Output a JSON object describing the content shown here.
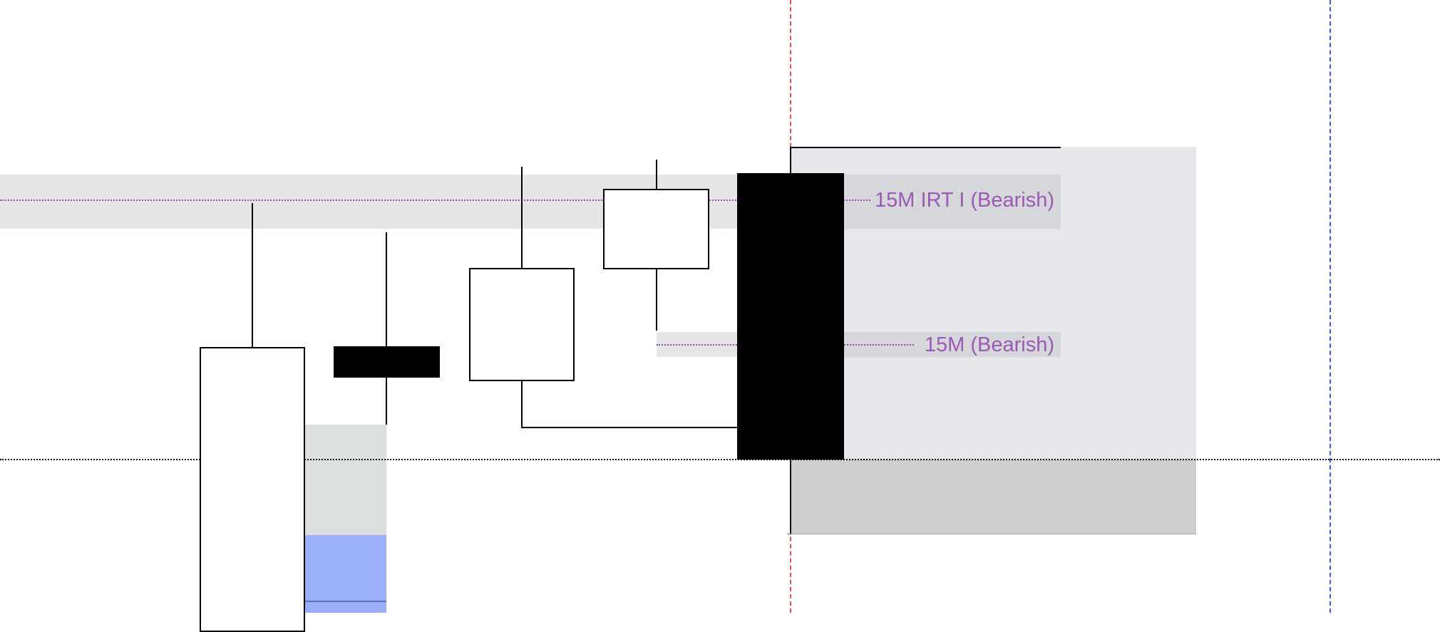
{
  "chart_data": {
    "type": "candlestick",
    "zones": [
      {
        "label": "15M IRT I (Bearish)",
        "bias": "bearish"
      },
      {
        "label": "15M (Bearish)",
        "bias": "bearish"
      }
    ],
    "candles": [
      {
        "direction": "bullish"
      },
      {
        "direction": "bearish"
      },
      {
        "direction": "bullish"
      },
      {
        "direction": "bullish"
      },
      {
        "direction": "bearish"
      }
    ]
  },
  "colors": {
    "label": "#9b59b6",
    "zone_band": "#e6e6e6",
    "projection_area": "#e6e7eb",
    "lower_box": "#cecece",
    "red_marker": "#d9534f",
    "blue_marker": "#3b5bdb",
    "volume_blue": "#9aaff7"
  }
}
